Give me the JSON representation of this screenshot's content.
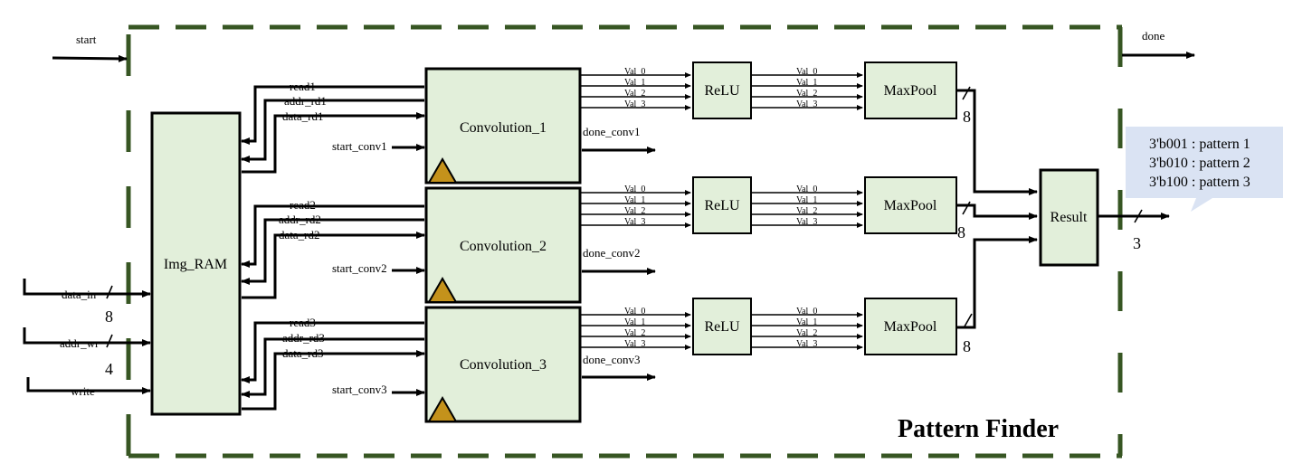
{
  "title": "Pattern Finder",
  "top_signals": {
    "start": "start",
    "done": "done"
  },
  "ram": {
    "label": "Img_RAM"
  },
  "ram_inputs": [
    {
      "label": "data_in",
      "width": "8"
    },
    {
      "label": "addr_wr",
      "width": "4"
    },
    {
      "label": "write"
    }
  ],
  "conv_units": [
    {
      "label": "Convolution_1",
      "read": "read1",
      "addr": "addr_rd1",
      "data": "data_rd1",
      "start": "start_conv1",
      "done": "done_conv1",
      "maxpool_width": "8"
    },
    {
      "label": "Convolution_2",
      "read": "read2",
      "addr": "addr_rd2",
      "data": "data_rd2",
      "start": "start_conv2",
      "done": "done_conv2",
      "maxpool_width": "8"
    },
    {
      "label": "Convolution_3",
      "read": "read3",
      "addr": "addr_rd3",
      "data": "data_rd3",
      "start": "start_conv3",
      "done": "done_conv3",
      "maxpool_width": "8"
    }
  ],
  "relu_label": "ReLU",
  "maxpool_label": "MaxPool",
  "val_labels": [
    "Val_0",
    "Val_1",
    "Val_2",
    "Val_3"
  ],
  "result": {
    "label": "Result",
    "output_width": "3"
  },
  "pattern_codes": [
    "3'b001 : pattern 1",
    "3'b010 : pattern 2",
    "3'b100 : pattern 3"
  ],
  "colors": {
    "block_fill": "#e2efda",
    "frame": "#375623",
    "triangle": "#c4921b",
    "callout": "#dae3f3"
  }
}
